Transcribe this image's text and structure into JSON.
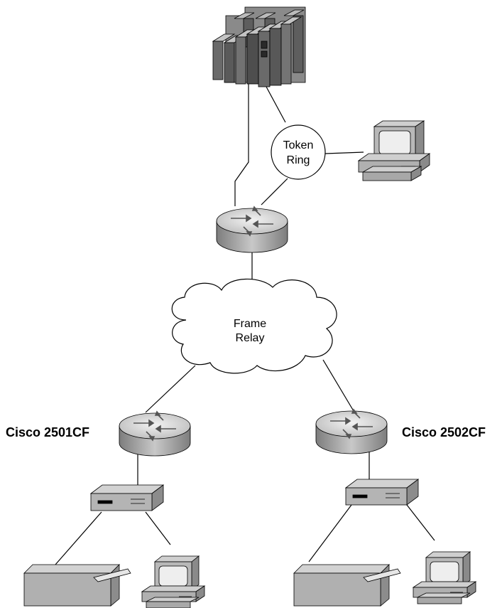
{
  "token_ring": {
    "line1": "Token",
    "line2": "Ring"
  },
  "frame_relay": {
    "line1": "Frame",
    "line2": "Relay"
  },
  "routers": {
    "left_label": "Cisco 2501CF",
    "right_label": "Cisco 2502CF"
  },
  "colors": {
    "router_top": "#d9d9d9",
    "router_side": "#9e9e9e",
    "mainframe": "#6e6e6e",
    "device_light": "#cfcfcf",
    "device_dark": "#7a7a7a",
    "line": "#000000"
  },
  "icons": [
    "mainframe-icon",
    "token-ring-icon",
    "workstation-icon",
    "router-icon",
    "frame-relay-cloud-icon",
    "modem-icon",
    "printer-icon"
  ]
}
